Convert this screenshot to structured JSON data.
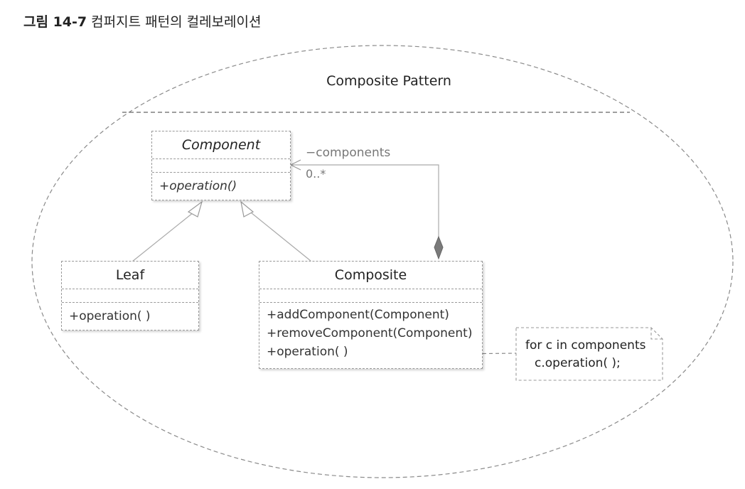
{
  "caption": {
    "label": "그림 14-7",
    "title": "컴퍼지트 패턴의 컬레보레이션"
  },
  "collaboration": {
    "name": "Composite Pattern"
  },
  "classes": {
    "component": {
      "name": "Component",
      "operations": [
        "+operation()"
      ]
    },
    "leaf": {
      "name": "Leaf",
      "operations": [
        "+operation( )"
      ]
    },
    "composite": {
      "name": "Composite",
      "operations": [
        "+addComponent(Component)",
        "+removeComponent(Component)",
        "+operation( )"
      ]
    }
  },
  "association": {
    "role": "−components",
    "multiplicity": "0..*"
  },
  "note": {
    "lines": [
      "for c in components",
      "c.operation( );"
    ]
  }
}
